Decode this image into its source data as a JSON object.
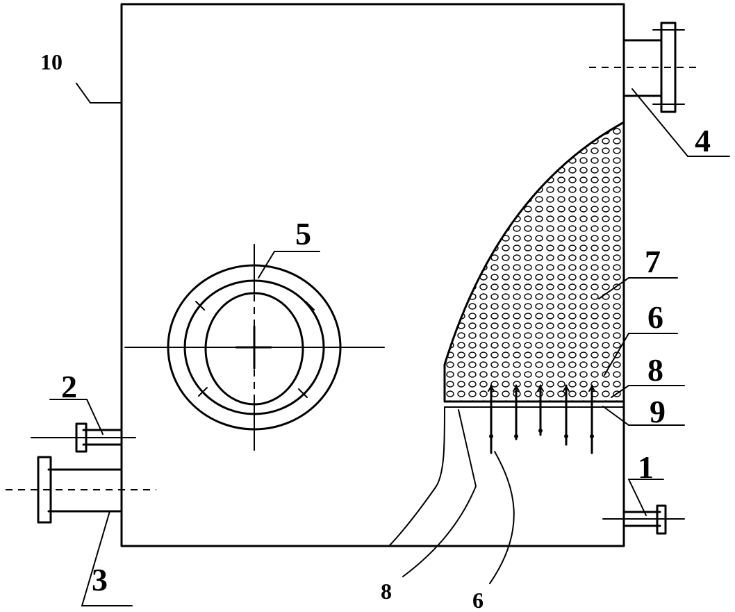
{
  "labels": {
    "l10": "10",
    "l4": "4",
    "l5": "5",
    "l7": "7",
    "l6a": "6",
    "l8a": "8",
    "l9": "9",
    "l2": "2",
    "l1": "1",
    "l3": "3",
    "l8b": "8",
    "l6b": "6"
  },
  "colors": {
    "stroke": "#000000",
    "background": "#ffffff"
  }
}
